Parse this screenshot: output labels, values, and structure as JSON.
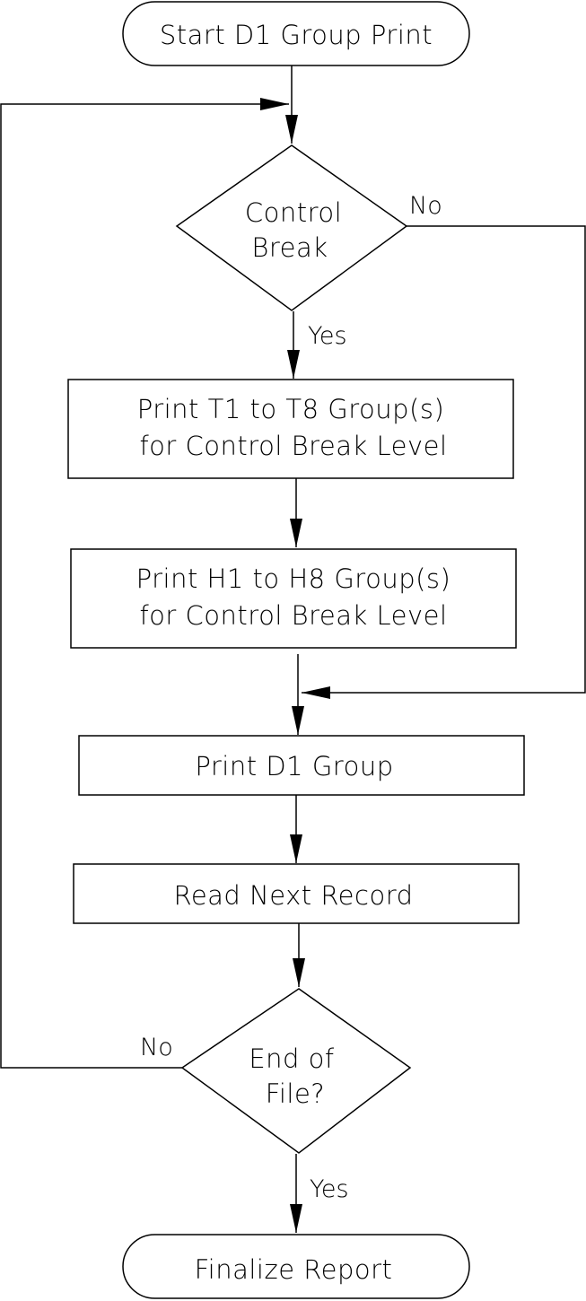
{
  "colors": {
    "stroke": "#000000",
    "background": "#ffffff"
  },
  "nodes": {
    "start": {
      "shape": "terminator",
      "label": "Start D1 Group Print"
    },
    "control_break": {
      "shape": "decision",
      "line1": "Control",
      "line2": "Break"
    },
    "print_totals": {
      "shape": "process",
      "line1": "Print T1 to T8 Group(s)",
      "line2": "for Control Break Level"
    },
    "print_headers": {
      "shape": "process",
      "line1": "Print H1 to H8 Group(s)",
      "line2": "for Control Break Level"
    },
    "print_detail": {
      "shape": "process",
      "label": "Print D1 Group"
    },
    "read_next": {
      "shape": "process",
      "label": "Read Next Record"
    },
    "end_of_file": {
      "shape": "decision",
      "line1": "End of",
      "line2": "File?"
    },
    "finalize": {
      "shape": "terminator",
      "label": "Finalize Report"
    }
  },
  "edges": {
    "control_break_yes": "Yes",
    "control_break_no": "No",
    "end_of_file_no": "No",
    "end_of_file_yes": "Yes"
  }
}
